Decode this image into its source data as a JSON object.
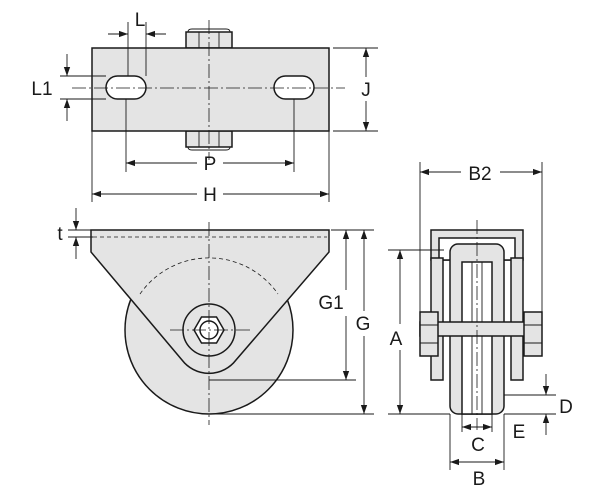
{
  "colors": {
    "fill": "#e4e4e4",
    "line": "#1a1a1a",
    "background": "#ffffff"
  },
  "labels": {
    "L": "L",
    "L1": "L1",
    "J": "J",
    "P": "P",
    "H": "H",
    "t": "t",
    "G1": "G1",
    "G": "G",
    "A": "A",
    "B2": "B2",
    "D": "D",
    "E": "E",
    "C": "C",
    "B": "B"
  }
}
